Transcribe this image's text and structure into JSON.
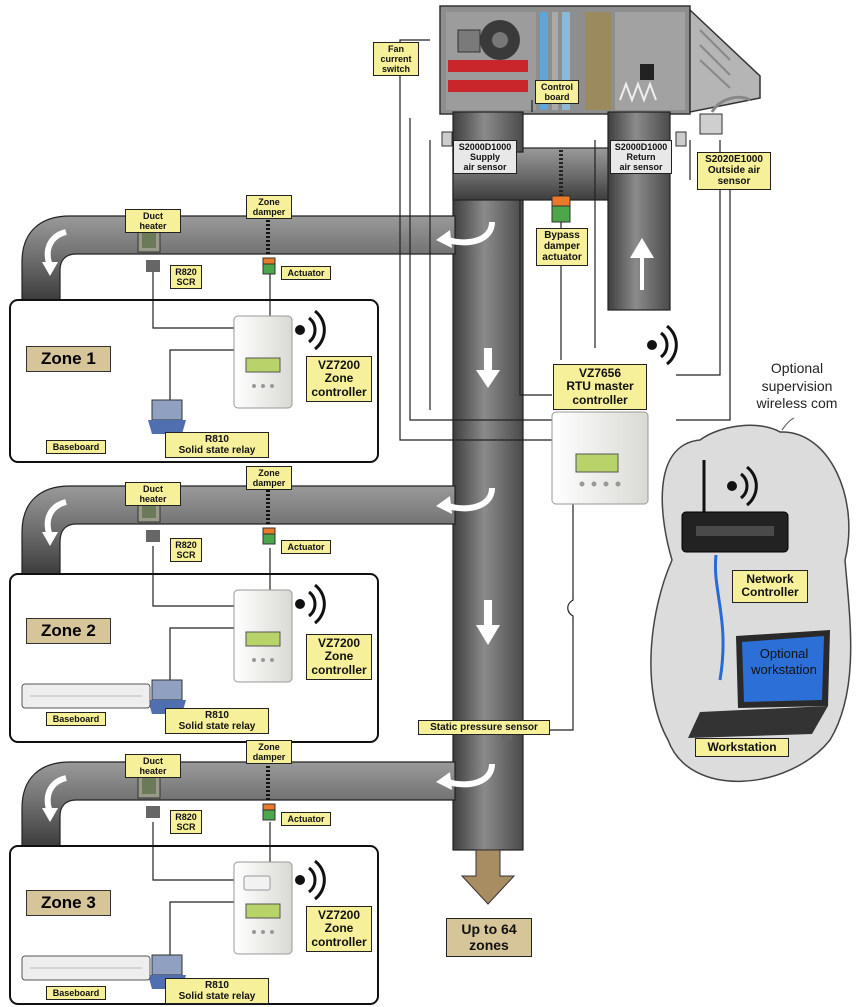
{
  "labels": {
    "fan_current_switch": [
      "Fan",
      "current",
      "switch"
    ],
    "control_board": [
      "Control",
      "board"
    ],
    "supply_sensor": [
      "S2000D1000",
      "Supply",
      "air sensor"
    ],
    "return_sensor": [
      "S2000D1000",
      "Return",
      "air sensor"
    ],
    "outside_sensor": [
      "S2020E1000",
      "Outside air",
      "sensor"
    ],
    "bypass_actuator": [
      "Bypass",
      "damper",
      "actuator"
    ],
    "master_controller": [
      "VZ7656",
      "RTU master",
      "controller"
    ],
    "optional_supervision": [
      "Optional",
      "supervision",
      "wireless com"
    ],
    "network_controller": [
      "Network",
      "Controller"
    ],
    "workstation": "Workstation",
    "optional_workstation": [
      "Optional",
      "workstation"
    ],
    "static_pressure": "Static pressure sensor",
    "up_to_zones": [
      "Up to 64",
      "zones"
    ]
  },
  "zones": [
    {
      "name": "Zone 1",
      "duct_heater": "Duct heater",
      "zone_damper": [
        "Zone",
        "damper"
      ],
      "actuator": "Actuator",
      "scr": [
        "R820",
        "SCR"
      ],
      "controller": [
        "VZ7200",
        "Zone",
        "controller"
      ],
      "relay": [
        "R810",
        "Solid state relay"
      ],
      "baseboard": "Baseboard"
    },
    {
      "name": "Zone 2",
      "duct_heater": "Duct heater",
      "zone_damper": [
        "Zone",
        "damper"
      ],
      "actuator": "Actuator",
      "scr": [
        "R820",
        "SCR"
      ],
      "controller": [
        "VZ7200",
        "Zone",
        "controller"
      ],
      "relay": [
        "R810",
        "Solid state relay"
      ],
      "baseboard": "Baseboard"
    },
    {
      "name": "Zone 3",
      "duct_heater": "Duct heater",
      "zone_damper": [
        "Zone",
        "damper"
      ],
      "actuator": "Actuator",
      "scr": [
        "R820",
        "SCR"
      ],
      "controller": [
        "VZ7200",
        "Zone",
        "controller"
      ],
      "relay": [
        "R810",
        "Solid state relay"
      ],
      "baseboard": "Baseboard"
    }
  ],
  "colors": {
    "duct": "#7d7d7d",
    "duct_dark": "#4a4a4a",
    "label_fill": "#f6f09a",
    "zone_tag": "#d7c59a",
    "lcd": "#b7d36a",
    "cloud": "#d9d9d9"
  }
}
